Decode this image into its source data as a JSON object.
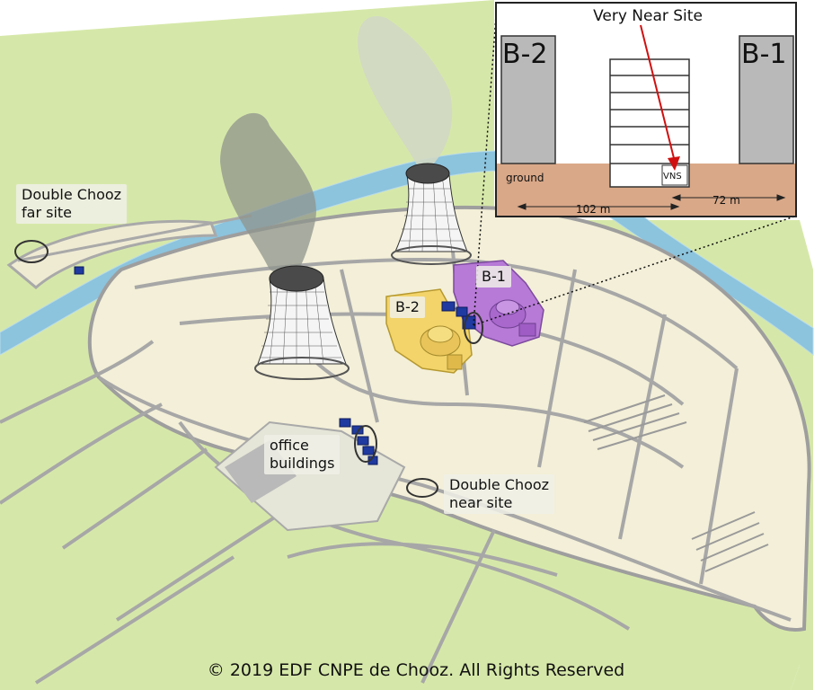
{
  "labels": {
    "far_site": [
      "Double Chooz",
      "far site"
    ],
    "office": [
      "office",
      "buildings"
    ],
    "near_site": [
      "Double Chooz",
      "near site"
    ],
    "b2": "B-2",
    "b1": "B-1"
  },
  "inset": {
    "title": "Very Near Site",
    "b2": "B-2",
    "b1": "B-1",
    "ground": "ground",
    "vns": "VNS",
    "distance_b2": "102 m",
    "distance_b1": "72 m"
  },
  "copyright": "© 2019 EDF CNPE de Chooz. All Rights Reserved",
  "colors": {
    "grass": "#d3e6a5",
    "site": "#f3efd8",
    "road": "#a9a9a9",
    "river": "#8cc3dd",
    "reactor_b2": "#f2d46b",
    "reactor_b1": "#b77ad6",
    "building_blue": "#1f3aa0",
    "ground": "#d9a888",
    "arrow": "#d01010"
  }
}
